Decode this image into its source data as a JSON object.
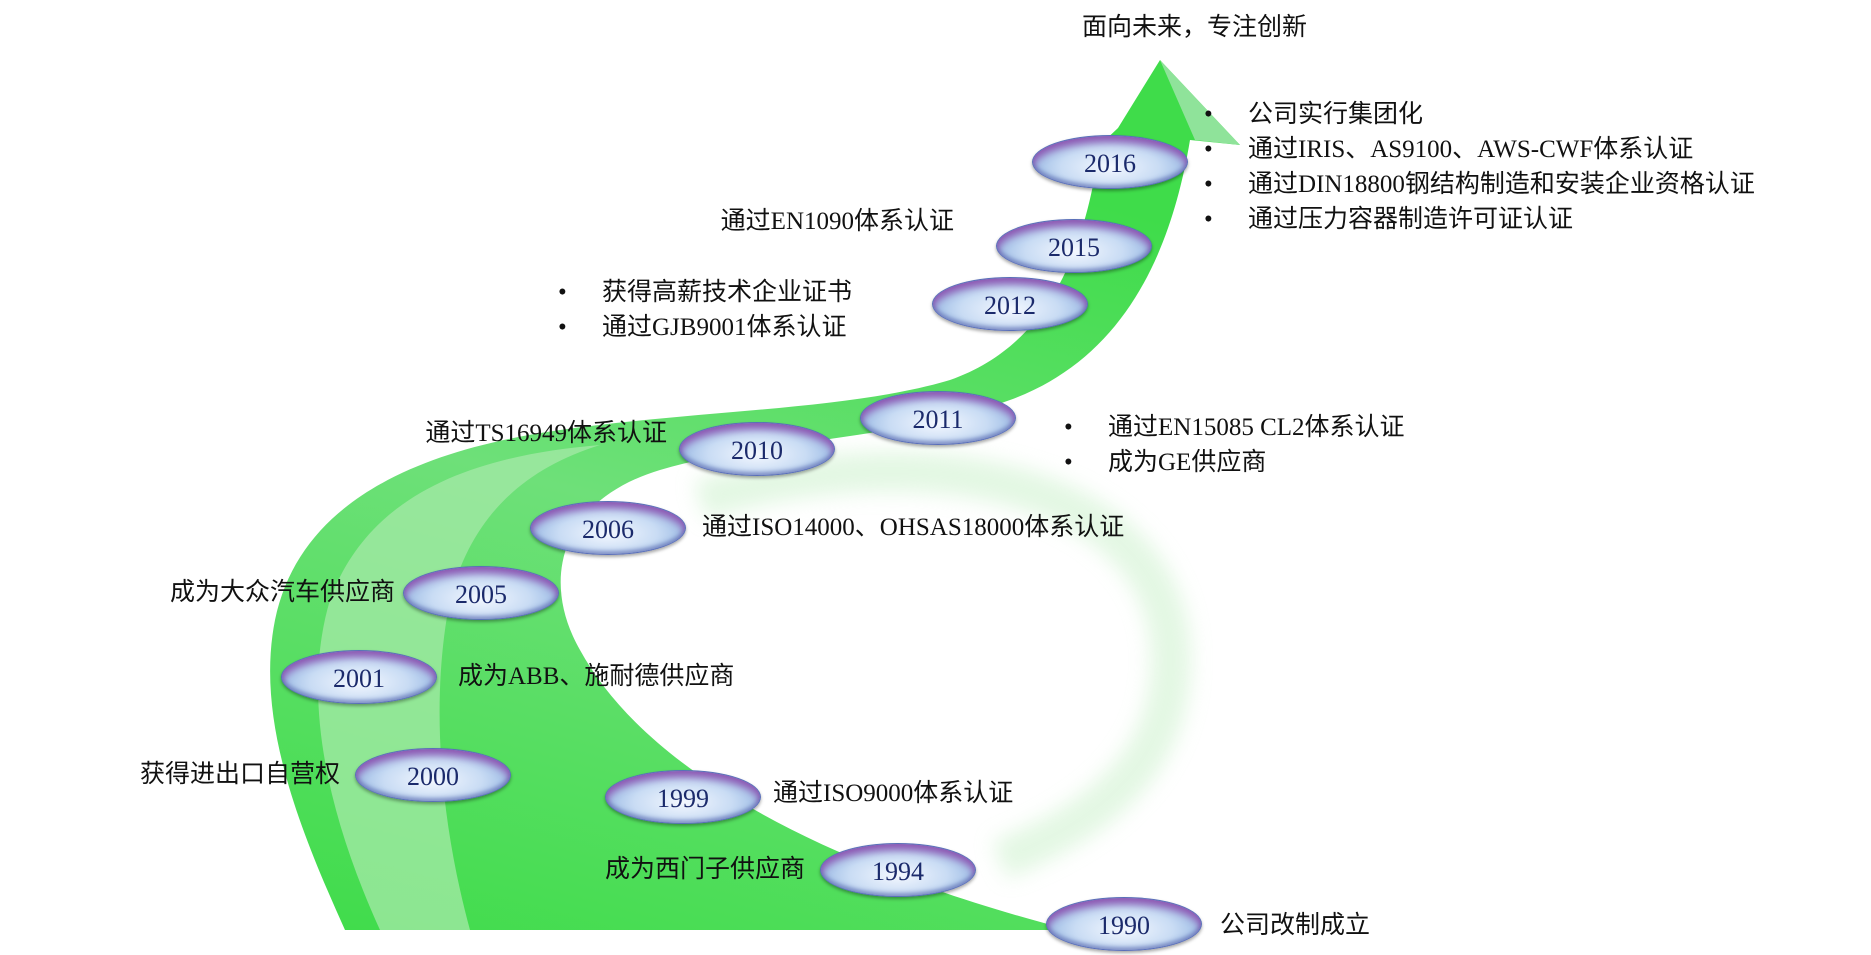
{
  "title": "面向未来，专注创新",
  "bullet_symbol": "•",
  "colors": {
    "arrow": "#3fdc4a",
    "arrow_light": "#9de8a0",
    "ellipse": "#c9dcf4",
    "ellipse_rim": "#8c46aa"
  },
  "milestones": [
    {
      "year": "2016",
      "items": [
        "公司实行集团化",
        "通过IRIS、AS9100、AWS-CWF体系认证",
        "通过DIN18800钢结构制造和安装企业资格认证",
        "通过压力容器制造许可证认证"
      ]
    },
    {
      "year": "2015",
      "items": [
        "通过EN1090体系认证"
      ]
    },
    {
      "year": "2012",
      "items": [
        "获得高薪技术企业证书",
        "通过GJB9001体系认证"
      ]
    },
    {
      "year": "2011",
      "items": [
        "通过EN15085 CL2体系认证",
        "成为GE供应商"
      ]
    },
    {
      "year": "2010",
      "items": [
        "通过TS16949体系认证"
      ]
    },
    {
      "year": "2006",
      "items": [
        "通过ISO14000、OHSAS18000体系认证"
      ]
    },
    {
      "year": "2005",
      "items": [
        "成为大众汽车供应商"
      ]
    },
    {
      "year": "2001",
      "items": [
        "成为ABB、施耐德供应商"
      ]
    },
    {
      "year": "2000",
      "items": [
        "获得进出口自营权"
      ]
    },
    {
      "year": "1999",
      "items": [
        "通过ISO9000体系认证"
      ]
    },
    {
      "year": "1994",
      "items": [
        "成为西门子供应商"
      ]
    },
    {
      "year": "1990",
      "items": [
        "公司改制成立"
      ]
    }
  ]
}
